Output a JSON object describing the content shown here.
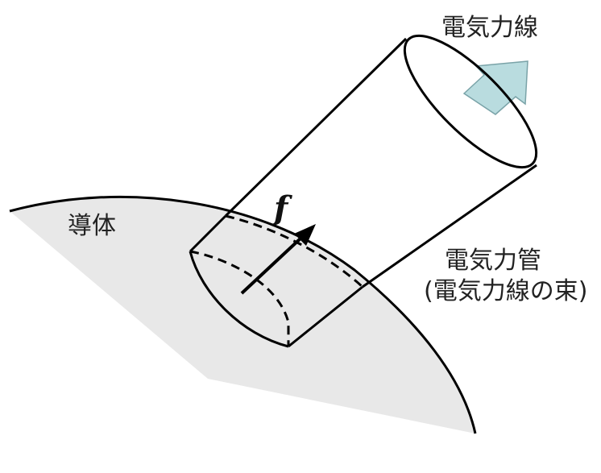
{
  "labels": {
    "field_line": "電気力線",
    "conductor": "導体",
    "flux_tube": "電気力管",
    "flux_tube_note": "(電気力線の束)",
    "force": "f"
  },
  "colors": {
    "conductor_fill": "#e8e8e8",
    "arrow_fill": "#b9dcdf",
    "arrow_stroke": "#7aa3a8",
    "line": "#000000"
  }
}
